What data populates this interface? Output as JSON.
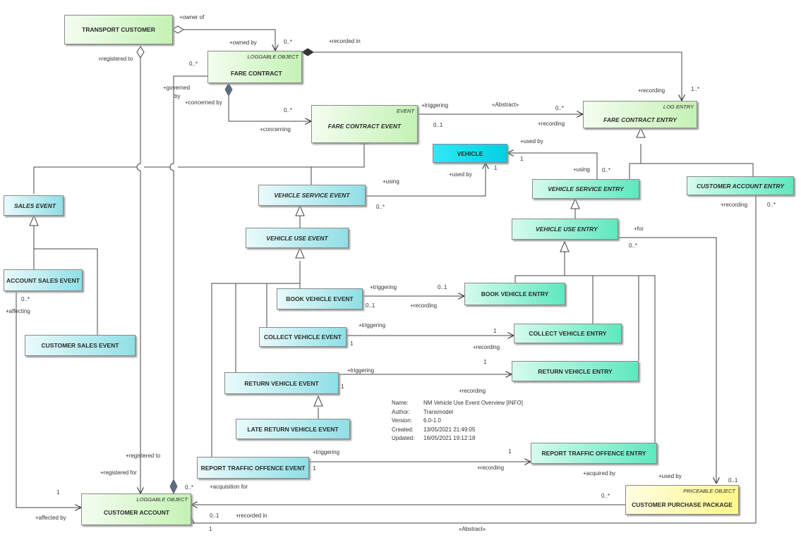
{
  "classes": {
    "transport_customer": {
      "name": "TRANSPORT CUSTOMER"
    },
    "fare_contract": {
      "stereotype": "LOGGABLE OBJECT",
      "name": "FARE CONTRACT"
    },
    "fare_contract_event": {
      "stereotype": "EVENT",
      "name": "FARE CONTRACT EVENT"
    },
    "fare_contract_entry": {
      "stereotype": "LOG ENTRY",
      "name": "FARE CONTRACT ENTRY"
    },
    "vehicle": {
      "name": "VEHICLE"
    },
    "sales_event": {
      "name": "SALES EVENT"
    },
    "vehicle_service_event": {
      "name": "VEHICLE SERVICE EVENT"
    },
    "vehicle_service_entry": {
      "name": "VEHICLE SERVICE ENTRY"
    },
    "customer_account_entry": {
      "name": "CUSTOMER ACCOUNT ENTRY"
    },
    "vehicle_use_event": {
      "name": "VEHICLE USE EVENT"
    },
    "vehicle_use_entry": {
      "name": "VEHICLE USE ENTRY"
    },
    "account_sales_event": {
      "name": "ACCOUNT SALES EVENT"
    },
    "customer_sales_event": {
      "name": "CUSTOMER SALES EVENT"
    },
    "book_vehicle_event": {
      "name": "BOOK VEHICLE EVENT"
    },
    "book_vehicle_entry": {
      "name": "BOOK VEHICLE ENTRY"
    },
    "collect_vehicle_event": {
      "name": "COLLECT VEHICLE EVENT"
    },
    "collect_vehicle_entry": {
      "name": "COLLECT VEHICLE ENTRY"
    },
    "return_vehicle_event": {
      "name": "RETURN VEHICLE EVENT"
    },
    "return_vehicle_entry": {
      "name": "RETURN VEHICLE ENTRY"
    },
    "late_return_vehicle_event": {
      "name": "LATE RETURN VEHICLE EVENT"
    },
    "report_traffic_offence_event": {
      "name": "REPORT TRAFFIC OFFENCE EVENT"
    },
    "report_traffic_offence_entry": {
      "name": "REPORT TRAFFIC OFFENCE ENTRY"
    },
    "customer_account": {
      "stereotype": "LOGGABLE OBJECT",
      "name": "CUSTOMER ACCOUNT"
    },
    "customer_purchase_package": {
      "stereotype": "PRICEABLE OBJECT",
      "name": "CUSTOMER PURCHASE PACKAGE"
    }
  },
  "labels": {
    "owner_of": "+owner of",
    "owned_by": "+owned by",
    "owned_by_mult": "0..*",
    "recorded_in": "+recorded in",
    "registered_to": "+registered to",
    "fc_mult": "0..*",
    "governed": "+governed",
    "by": "by",
    "concerned_by": "+concerned by",
    "fce_mult": "0..*",
    "concerning": "+concerning",
    "triggering": "+triggering",
    "abstract_top": "«Abstract»",
    "fce_trig_mult": "0..1",
    "fcentry_mult": "0..*",
    "recording": "+recording",
    "recording_top": "+recording",
    "recording_top_mult": "1..*",
    "used_by_vehicle": "+used by",
    "vehicle_mult_1": "1",
    "vehicle_mult_2": "1",
    "used_by_vse": "+used by",
    "using_vsentry": "+using",
    "vsentry_mult": "0..*",
    "using_vse": "+using",
    "vse_mult": "0..*",
    "recording_cae": "+recording",
    "cae_mult": "0..*",
    "for": "+for",
    "for_mult": "0..*",
    "ase_mult": "0..*",
    "affecting": "+affecting",
    "book_trig": "+triggering",
    "book_trig_mult": "0..1",
    "book_event_mult": "0..1",
    "book_rec": "+recording",
    "collect_trig": "+triggering",
    "collect_mult_entry": "1",
    "collect_mult_event": "1",
    "collect_rec": "+recording",
    "return_trig": "+triggering",
    "return_mult_entry": "1",
    "return_mult_event": "1",
    "return_rec": "+recording",
    "report_trig": "+triggering",
    "report_mult_entry": "1",
    "report_mult_event": "1",
    "report_rec": "+recording",
    "registered_to_bottom": "+registered to",
    "registered_for": "+registered for",
    "ca_left_mult": "1",
    "ca_mult_top": "0..*",
    "acquisition_for": "+acquisition for",
    "acquired_by": "+acquired by",
    "used_by_cpp": "+used by",
    "cpp_mult_left": "0..*",
    "cpp_mult_top": "0..1",
    "affected_by": "+affected by",
    "ca_recorded_mult": "0..1",
    "ca_recorded_in": "+recorded in",
    "ca_bottom_mult": "1",
    "abstract_bottom": "«Abstract»"
  },
  "note": {
    "name_key": "Name:",
    "name_val": "NM Vehicle Use Event Overview [INFO]",
    "author_key": "Author:",
    "author_val": "Transmodel",
    "version_key": "Version:",
    "version_val": "6.0-1.0",
    "created_key": "Created:",
    "created_val": "13/05/2021 21:49:05",
    "updated_key": "Updated:",
    "updated_val": "16/05/2021 19:12:18"
  }
}
